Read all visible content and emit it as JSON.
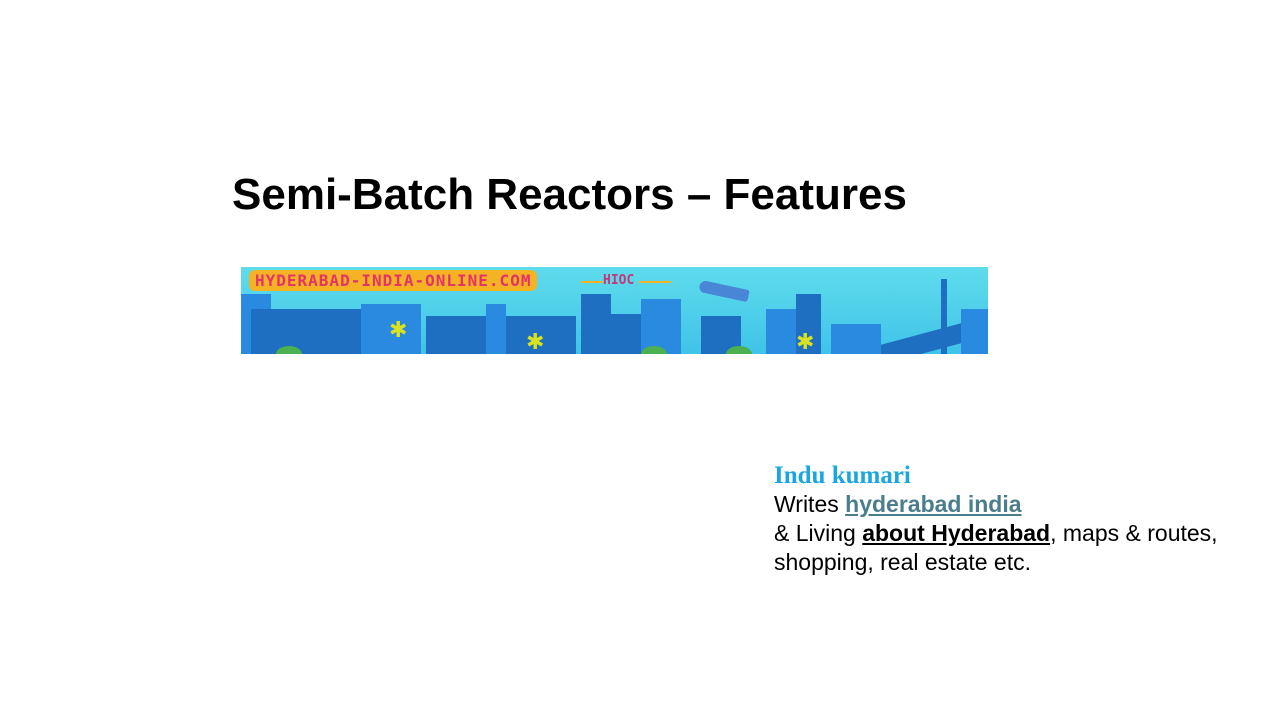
{
  "slide": {
    "title": "Semi-Batch Reactors – Features"
  },
  "banner": {
    "logo_text": "HYDERABAD-INDIA-ONLINE.COM",
    "tag_text": "HIOC"
  },
  "author": {
    "name": "Indu kumari",
    "writes_prefix": "Writes ",
    "link_hyderabad_india": "hyderabad india",
    "living_prefix": "& Living ",
    "link_about_hyderabad": "about Hyderabad",
    "living_suffix": ", maps & routes,",
    "last_line": "shopping, real estate etc."
  }
}
